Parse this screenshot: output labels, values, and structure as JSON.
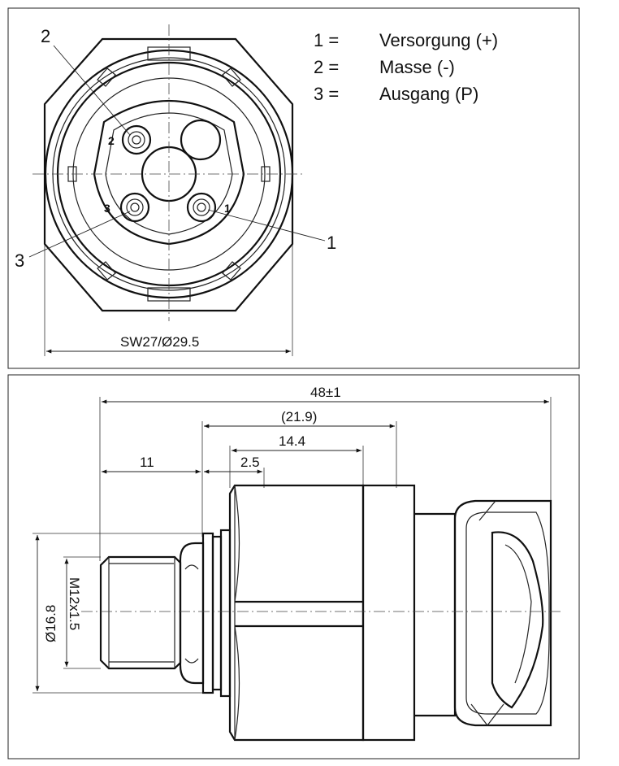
{
  "legend": [
    {
      "num": "1 =",
      "label": "Versorgung (+)"
    },
    {
      "num": "2 =",
      "label": "Masse (-)"
    },
    {
      "num": "3 =",
      "label": "Ausgang (P)"
    }
  ],
  "front_view": {
    "callouts": [
      "2",
      "3",
      "1"
    ],
    "pin_labels": [
      "2",
      "3",
      "1"
    ],
    "width_dim": "SW27/Ø29.5"
  },
  "side_view": {
    "dims": {
      "overall": "48±1",
      "body": "(21.9)",
      "hex": "14.4",
      "thread_len": "11",
      "collar": "2.5",
      "diameter": "Ø16.8",
      "thread": "M12x1.5"
    }
  }
}
